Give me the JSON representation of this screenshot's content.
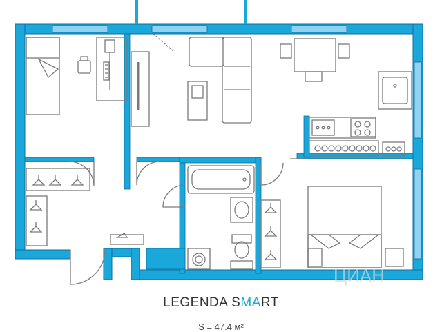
{
  "colors": {
    "wall": "#1aa7d9",
    "wall_stroke": "#0e6fa0",
    "window": "#8fd3f0",
    "furniture": "#7a7a7a",
    "brand_accent": "#1aa7d9"
  },
  "brand": {
    "part1": "LEGENDA S",
    "part2_accent": "M",
    "part3": "A",
    "part4": "RT"
  },
  "area_caption": "S = 47.4 м²",
  "watermark": "ЦИАН",
  "icons": [
    "bed-icon",
    "desk-icon",
    "chair-icon",
    "sofa-icon",
    "dining-table-icon",
    "sink-icon",
    "stove-icon",
    "bathtub-icon",
    "toilet-icon",
    "washing-machine-icon",
    "hanger-icon",
    "door-swing-icon"
  ]
}
